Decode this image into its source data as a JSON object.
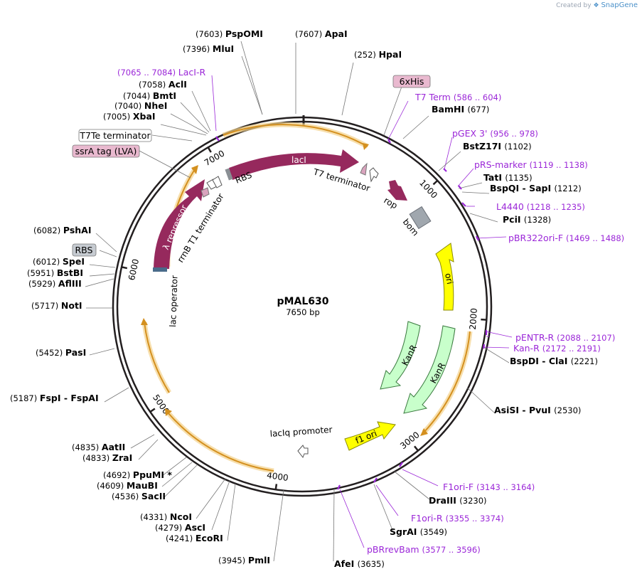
{
  "credit": {
    "prefix": "Created by",
    "brand": "SnapGene"
  },
  "plasmid": {
    "name": "pMAL630",
    "size": "7650 bp",
    "length": 7650
  },
  "ticks": [
    {
      "pos": 1000,
      "label": "1000"
    },
    {
      "pos": 2000,
      "label": "2000"
    },
    {
      "pos": 3000,
      "label": "3000"
    },
    {
      "pos": 4000,
      "label": "4000"
    },
    {
      "pos": 5000,
      "label": "5000"
    },
    {
      "pos": 6000,
      "label": "6000"
    },
    {
      "pos": 7000,
      "label": "7000"
    }
  ],
  "enzymes": [
    {
      "pos": "(7603)",
      "name": "PspOMI",
      "num": 7603
    },
    {
      "pos": "(7607)",
      "name": "ApaI",
      "num": 7607
    },
    {
      "pos": "(7396)",
      "name": "MluI",
      "num": 7396
    },
    {
      "pos": "(252)",
      "name": "HpaI",
      "num": 252
    },
    {
      "pos": "(7058)",
      "name": "AclI",
      "num": 7058
    },
    {
      "pos": "(7044)",
      "name": "BmtI",
      "num": 7044
    },
    {
      "pos": "(7040)",
      "name": "NheI",
      "num": 7040
    },
    {
      "pos": "(7005)",
      "name": "XbaI",
      "num": 7005
    },
    {
      "pos": "(677)",
      "name": "BamHI",
      "num": 677
    },
    {
      "pos": "(1102)",
      "name": "BstZ17I",
      "num": 1102
    },
    {
      "pos": "(1135)",
      "name": "TatI",
      "num": 1135
    },
    {
      "pos": "(1212)",
      "name": "BspQI - SapI",
      "num": 1212
    },
    {
      "pos": "(1328)",
      "name": "PciI",
      "num": 1328
    },
    {
      "pos": "(6082)",
      "name": "PshAI",
      "num": 6082
    },
    {
      "pos": "(6012)",
      "name": "SpeI",
      "num": 6012
    },
    {
      "pos": "(5951)",
      "name": "BstBI",
      "num": 5951
    },
    {
      "pos": "(5929)",
      "name": "AflIII",
      "num": 5929
    },
    {
      "pos": "(5717)",
      "name": "NotI",
      "num": 5717
    },
    {
      "pos": "(5452)",
      "name": "PasI",
      "num": 5452
    },
    {
      "pos": "(5187)",
      "name": "FspI - FspAI",
      "num": 5187
    },
    {
      "pos": "(2221)",
      "name": "BspDI - ClaI",
      "num": 2221
    },
    {
      "pos": "(2530)",
      "name": "AsiSI - PvuI",
      "num": 2530
    },
    {
      "pos": "(4835)",
      "name": "AatII",
      "num": 4835
    },
    {
      "pos": "(4833)",
      "name": "ZraI",
      "num": 4833
    },
    {
      "pos": "(4692)",
      "name": "PpuMI *",
      "num": 4692
    },
    {
      "pos": "(4609)",
      "name": "MauBI",
      "num": 4609
    },
    {
      "pos": "(4536)",
      "name": "SacII",
      "num": 4536
    },
    {
      "pos": "(4331)",
      "name": "NcoI",
      "num": 4331
    },
    {
      "pos": "(4279)",
      "name": "AscI",
      "num": 4279
    },
    {
      "pos": "(4241)",
      "name": "EcoRI",
      "num": 4241
    },
    {
      "pos": "(3945)",
      "name": "PmlI",
      "num": 3945
    },
    {
      "pos": "(3635)",
      "name": "AfeI",
      "num": 3635
    },
    {
      "pos": "(3549)",
      "name": "SgrAI",
      "num": 3549
    },
    {
      "pos": "(3230)",
      "name": "DraIII",
      "num": 3230
    }
  ],
  "primers": [
    {
      "name": "LacI-R",
      "range": "(7065 .. 7084)"
    },
    {
      "name": "T7 Term",
      "range": "(586 .. 604)"
    },
    {
      "name": "pGEX 3'",
      "range": "(956 .. 978)"
    },
    {
      "name": "pRS-marker",
      "range": "(1119 .. 1138)"
    },
    {
      "name": "L4440",
      "range": "(1218 .. 1235)"
    },
    {
      "name": "pBR322ori-F",
      "range": "(1469 .. 1488)"
    },
    {
      "name": "pENTR-R",
      "range": "(2088 .. 2107)"
    },
    {
      "name": "Kan-R",
      "range": "(2172 .. 2191)"
    },
    {
      "name": "F1ori-F",
      "range": "(3143 .. 3164)"
    },
    {
      "name": "F1ori-R",
      "range": "(3355 .. 3374)"
    },
    {
      "name": "pBRrevBam",
      "range": "(3577 .. 3596)"
    }
  ],
  "boxed_labels": {
    "his": "6xHis",
    "t7te": "T7Te terminator",
    "ssra": "ssrA tag (LVA)",
    "rbs": "RBS"
  },
  "features": {
    "laci": "lacI",
    "rbs": "RBS",
    "t7_terminator": "T7 terminator",
    "rop": "rop",
    "bom": "bom",
    "ori": "ori",
    "kanr_1": "KanR",
    "kanr_2": "KanR",
    "f1_ori": "f1 ori",
    "laciq_promoter": "lacIq promoter",
    "lac_operator": "lac operator",
    "lambda_repressor": "λ repressor",
    "rrnb": "rrnB T1 terminator"
  },
  "colors": {
    "backbone": "#231f20",
    "laci": "#96295d",
    "orf": "#f3b15a",
    "ori": "#ffff00",
    "kanr": "#c8ffcb",
    "bom": "#a0a7ae",
    "primer": "#9b27d8"
  }
}
